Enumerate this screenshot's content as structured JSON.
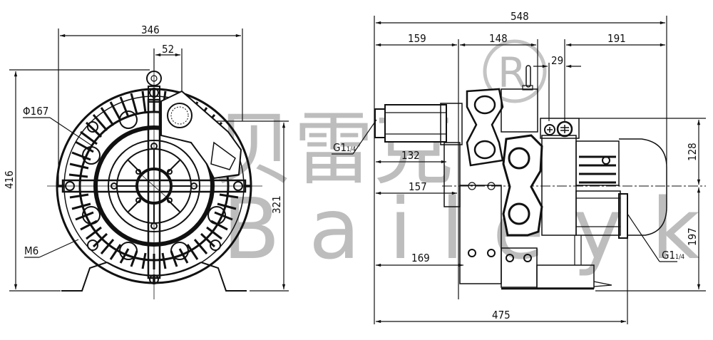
{
  "drawing": {
    "subject": "side channel blower dimensional drawing",
    "views": [
      "front view",
      "side view"
    ]
  },
  "watermark": {
    "chinese": "贝雷克",
    "latin": "Baileyk",
    "registered_mark": "®",
    "color": "#bdbdbd"
  },
  "front_view": {
    "dims": {
      "overall_width": "346",
      "eyebolt_offset": "52",
      "overall_height": "416",
      "flange_diameter": "Φ167",
      "center_to_base": "321",
      "mount_thread": "M6"
    }
  },
  "side_view": {
    "dims": {
      "overall_length": "548",
      "seg_a": "159",
      "seg_b": "148",
      "seg_c": "191",
      "terminal_offset": "29",
      "inlet_length": "132",
      "to_flange": "157",
      "to_foot": "169",
      "base_length": "475",
      "upper_height": "128",
      "lower_height": "197"
    },
    "port_labels": {
      "left_port_main": "G1",
      "left_port_frac": "1/4",
      "right_port_main": "G1",
      "right_port_frac": "1/4"
    }
  },
  "colors": {
    "line": "#111111",
    "background": "#ffffff"
  }
}
